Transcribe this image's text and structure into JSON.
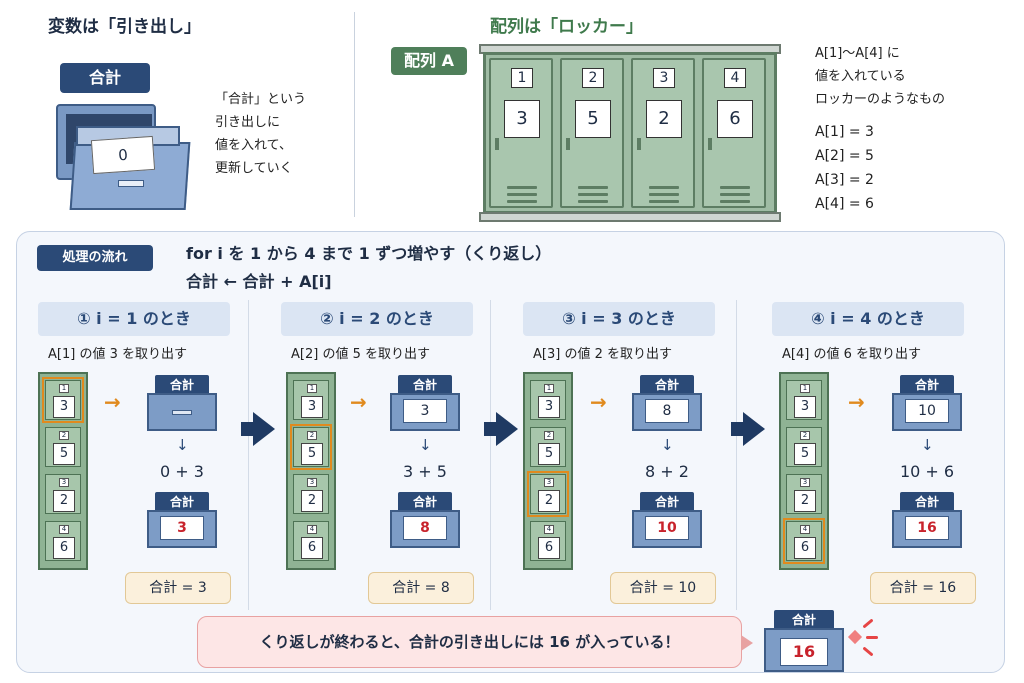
{
  "top_left": {
    "title": "変数は「引き出し」",
    "badge": "合計",
    "drawer_value": "0",
    "desc_lines": [
      "「合計」という",
      "引き出しに",
      "値を入れて、",
      "更新していく"
    ]
  },
  "top_right": {
    "title": "配列は「ロッカー」",
    "badge": "配列 A",
    "lockers": [
      {
        "index": "1",
        "value": "3"
      },
      {
        "index": "2",
        "value": "5"
      },
      {
        "index": "3",
        "value": "2"
      },
      {
        "index": "4",
        "value": "6"
      }
    ],
    "desc_lines": [
      "A[1]～A[4] に",
      "値を入れている",
      "ロッカーのようなもの"
    ],
    "assign_lines": [
      "A[1] = 3",
      "A[2] = 5",
      "A[3] = 2",
      "A[4] = 6"
    ]
  },
  "process": {
    "badge": "処理の流れ",
    "code_line1": "for i を 1 から 4 まで 1 ずつ増やす（くり返し）",
    "code_line2": "合計 ← 合計 + A[i]",
    "drawer_tab": "合計",
    "steps": [
      {
        "heading": "① i = 1 のとき",
        "desc": "A[1] の値 3 を取り出す",
        "before": "",
        "expr": "0 + 3",
        "after": "3",
        "sum": "合計 = 3"
      },
      {
        "heading": "② i = 2 のとき",
        "desc": "A[2] の値 5 を取り出す",
        "before": "3",
        "expr": "3 + 5",
        "after": "8",
        "sum": "合計 = 8"
      },
      {
        "heading": "③ i = 3 のとき",
        "desc": "A[3] の値 2 を取り出す",
        "before": "8",
        "expr": "8 + 2",
        "after": "10",
        "sum": "合計 = 10"
      },
      {
        "heading": "④ i = 4 のとき",
        "desc": "A[4] の値 6 を取り出す",
        "before": "10",
        "expr": "10 + 6",
        "after": "16",
        "sum": "合計 = 16"
      }
    ],
    "locker_cells": [
      {
        "index": "1",
        "value": "3"
      },
      {
        "index": "2",
        "value": "5"
      },
      {
        "index": "3",
        "value": "2"
      },
      {
        "index": "4",
        "value": "6"
      }
    ],
    "final_message": "くり返しが終わると、合計の引き出しには 16 が入っている！",
    "final_tab": "合計",
    "final_value": "16"
  },
  "colors": {
    "navy": "#2b4a77",
    "locker_green": "#8fb394",
    "highlight_orange": "#e08a1e",
    "result_red": "#c8232c"
  }
}
